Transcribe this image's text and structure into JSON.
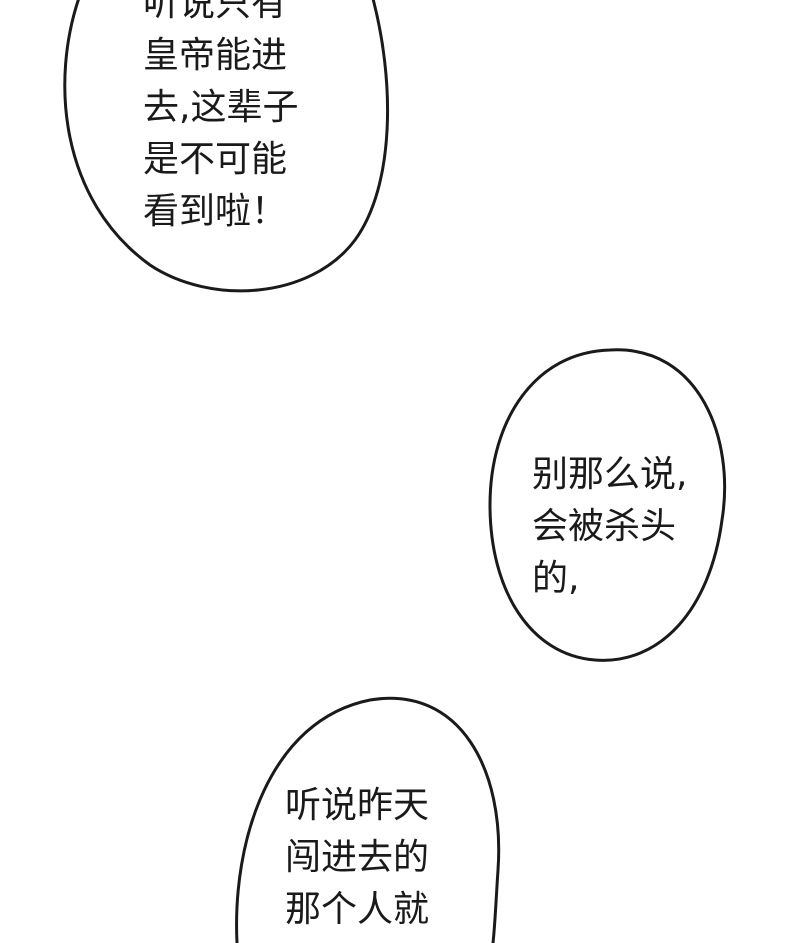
{
  "bubbles": [
    {
      "lines": [
        "听说只有",
        "皇帝能进",
        "去,这辈子",
        "是不可能",
        "看到啦！"
      ]
    },
    {
      "lines": [
        "别那么说,",
        "会被杀头",
        "的,"
      ]
    },
    {
      "lines": [
        "听说昨天",
        "闯进去的",
        "那个人就"
      ]
    }
  ],
  "colors": {
    "background": "#ffffff",
    "ink": "#1a1a1a"
  }
}
